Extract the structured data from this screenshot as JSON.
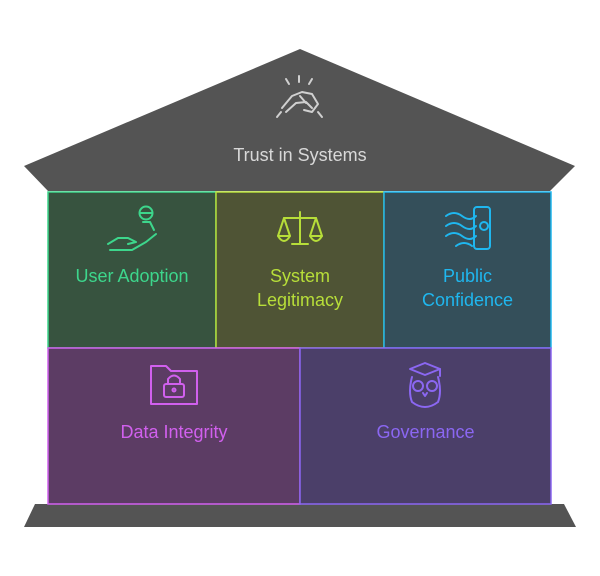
{
  "roof": {
    "title": "Trust in Systems",
    "icon": "handshake-icon"
  },
  "pillars": [
    {
      "id": "user-adoption",
      "label": "User Adoption",
      "icon": "hand-holding-user-icon",
      "color": "#3dd68c",
      "fill": "#37533f"
    },
    {
      "id": "system-legitimacy",
      "label": "System\nLegitimacy",
      "icon": "scales-icon",
      "color": "#b7de39",
      "fill": "#4f5435"
    },
    {
      "id": "public-confidence",
      "label": "Public\nConfidence",
      "icon": "hand-wave-icon",
      "color": "#1fb7ef",
      "fill": "#344f5a"
    },
    {
      "id": "data-integrity",
      "label": "Data Integrity",
      "icon": "locked-folder-icon",
      "color": "#d160ee",
      "fill": "#5c3c64"
    },
    {
      "id": "governance",
      "label": "Governance",
      "icon": "graduate-owl-icon",
      "color": "#8b67f2",
      "fill": "#4b3f69"
    }
  ],
  "colors": {
    "structure": "#545454",
    "roof_text": "#d8d8d8",
    "icon_gray": "#d0d0d0"
  }
}
